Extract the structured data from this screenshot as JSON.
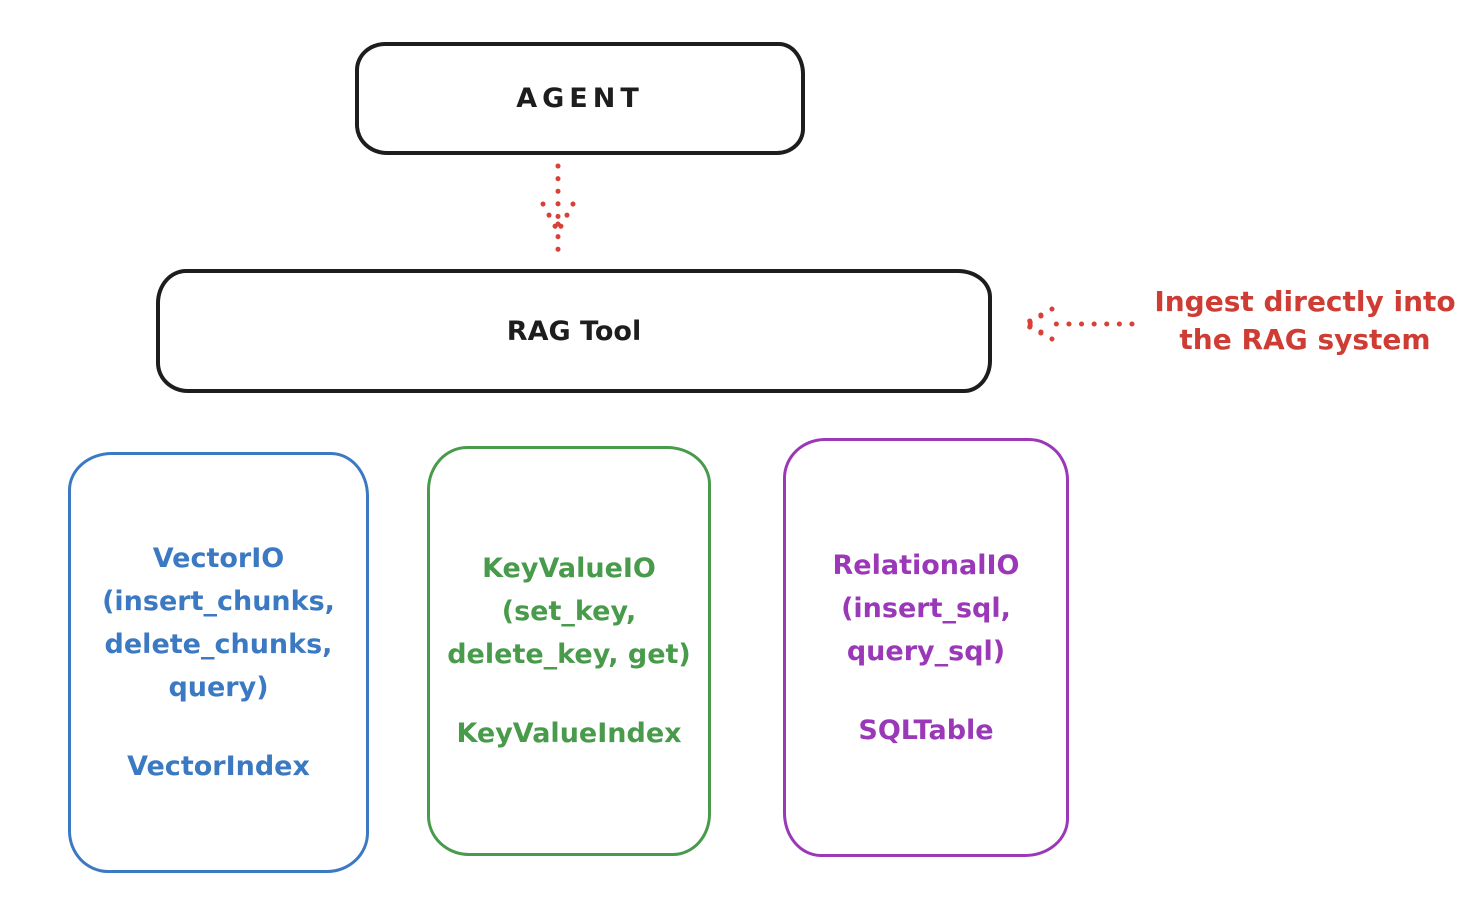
{
  "colors": {
    "ink": "#1d1d1d",
    "red": "#d84038",
    "annotation_red": "#cf3c34",
    "blue": "#3c79c3",
    "green": "#479b4b",
    "purple": "#9a38b8",
    "background": "#ffffff"
  },
  "agent": {
    "label": "AGENT"
  },
  "rag_tool": {
    "label": "RAG Tool"
  },
  "annotation": {
    "line1": "Ingest directly into",
    "line2": "the RAG system"
  },
  "backends": [
    {
      "id": "vector-io",
      "color": "#3c79c3",
      "lines": [
        "VectorIO",
        "(insert_chunks,",
        "delete_chunks,",
        "query)"
      ],
      "index_label": "VectorIndex"
    },
    {
      "id": "keyvalue-io",
      "color": "#479b4b",
      "lines": [
        "KeyValueIO",
        "(set_key,",
        "delete_key, get)"
      ],
      "index_label": "KeyValueIndex"
    },
    {
      "id": "relational-io",
      "color": "#9a38b8",
      "lines": [
        "RelationalIO",
        "(insert_sql,",
        "query_sql)"
      ],
      "index_label": "SQLTable"
    }
  ]
}
